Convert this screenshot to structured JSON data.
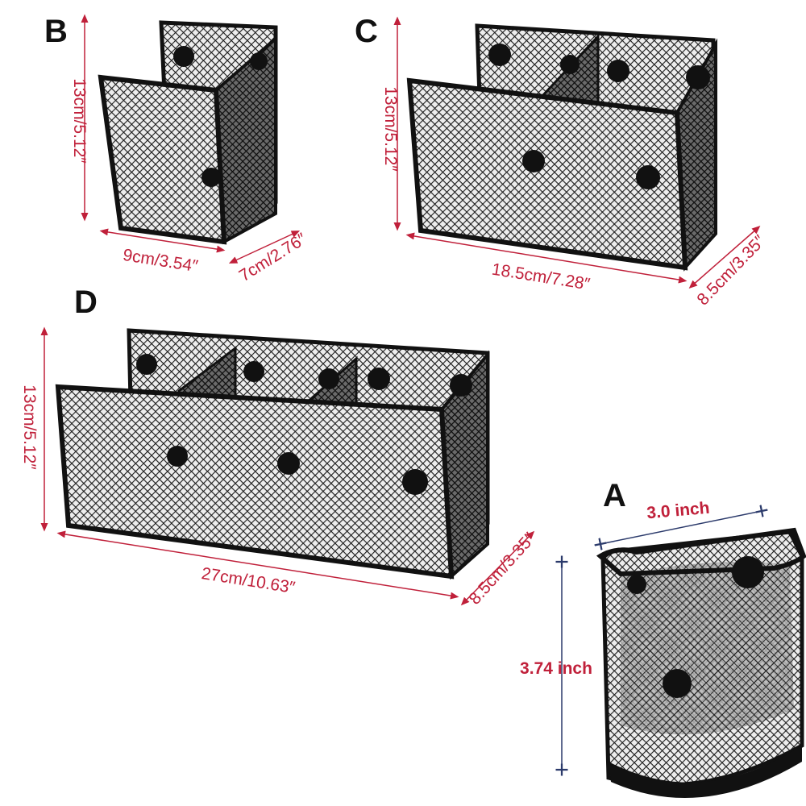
{
  "products": {
    "B": {
      "label": "B",
      "height": "13cm/5.12″",
      "width": "9cm/3.54″",
      "depth": "7cm/2.76″"
    },
    "C": {
      "label": "C",
      "height": "13cm/5.12″",
      "width": "18.5cm/7.28″",
      "depth": "8.5cm/3.35″"
    },
    "D": {
      "label": "D",
      "height": "13cm/5.12″",
      "width": "27cm/10.63″",
      "depth": "8.5cm/3.35″"
    },
    "A": {
      "label": "A",
      "width": "3.0 inch",
      "height": "3.74 inch"
    }
  },
  "colors": {
    "dimension_red": "#c0203a",
    "dimension_blue": "#2b3a6b",
    "basket_frame": "#111111",
    "mesh": "#2a2a2a"
  }
}
